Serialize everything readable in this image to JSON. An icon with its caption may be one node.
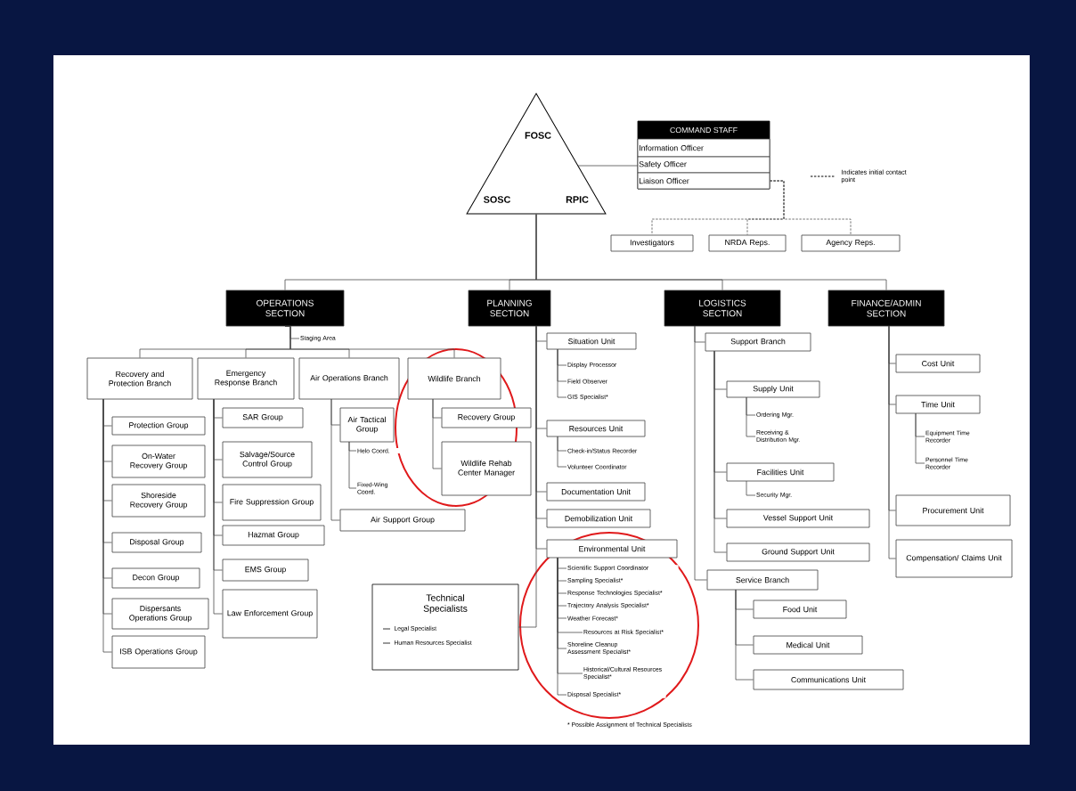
{
  "diagram": {
    "nodes": [
      {
        "text": [
          "FOSC",
          "SOSC",
          "RPIC"
        ]
      },
      {
        "text": [
          "COMMAND STAFF"
        ]
      },
      {
        "text": [
          "Information Officer"
        ],
        "in": 1
      },
      {
        "text": [
          "Safety Officer"
        ],
        "in": 1
      },
      {
        "text": [
          "Liaison Officer"
        ],
        "in": 1
      },
      {
        "text": [
          "Investigators"
        ]
      },
      {
        "text": [
          "NRDA Reps."
        ]
      },
      {
        "text": [
          "Agency Reps."
        ]
      },
      {
        "text": [
          "OPERATIONS SECTION"
        ]
      },
      {
        "text": [
          "PLANNING SECTION"
        ]
      },
      {
        "text": [
          "LOGISTICS SECTION"
        ]
      },
      {
        "text": [
          "FINANCE/ADMIN SECTION"
        ]
      },
      {
        "text": [
          "Staging Area"
        ]
      },
      {
        "text": [
          "Recovery and Protection Branch"
        ]
      },
      {
        "text": [
          "Emergency Response Branch"
        ]
      },
      {
        "text": [
          "Air Operations Branch"
        ]
      },
      {
        "text": [
          "Wildlife Branch"
        ]
      },
      {
        "text": [
          "Protection Group"
        ]
      },
      {
        "text": [
          "On-Water Recovery Group"
        ]
      },
      {
        "text": [
          "Shoreside Recovery Group"
        ]
      },
      {
        "text": [
          "Disposal Group"
        ]
      },
      {
        "text": [
          "Decon Group"
        ]
      },
      {
        "text": [
          "Dispersants Operations Group"
        ]
      },
      {
        "text": [
          "ISB Operations Group"
        ]
      },
      {
        "text": [
          "SAR Group"
        ]
      },
      {
        "text": [
          "Salvage/Source Control Group"
        ]
      },
      {
        "text": [
          "Fire Suppression Group"
        ]
      },
      {
        "text": [
          "Hazmat Group"
        ]
      },
      {
        "text": [
          "EMS Group"
        ]
      },
      {
        "text": [
          "Law Enforcement Group"
        ]
      },
      {
        "text": [
          "Air Tactical Group"
        ]
      },
      {
        "text": [
          "Helo Coord."
        ]
      },
      {
        "text": [
          "Fixed-Wing Coord."
        ]
      },
      {
        "text": [
          "Air Support Group"
        ]
      },
      {
        "text": [
          "Recovery Group"
        ]
      },
      {
        "text": [
          "Wildlife Rehab Center Manager"
        ]
      },
      {
        "text": [
          "Situation Unit"
        ]
      },
      {
        "text": [
          "Display Processor"
        ]
      },
      {
        "text": [
          "Field Observer"
        ]
      },
      {
        "text": [
          "GIS Specialist*"
        ]
      },
      {
        "text": [
          "Resources Unit"
        ]
      },
      {
        "text": [
          "Check-in/Status Recorder"
        ]
      },
      {
        "text": [
          "Volunteer Coordinator"
        ]
      },
      {
        "text": [
          "Documentation Unit"
        ]
      },
      {
        "text": [
          "Demobilization Unit"
        ]
      },
      {
        "text": [
          "Environmental Unit"
        ]
      },
      {
        "text": [
          "Scientific Support Coordinator"
        ]
      },
      {
        "text": [
          "Sampling Specialist*"
        ]
      },
      {
        "text": [
          "Response Technologies Specialist*"
        ]
      },
      {
        "text": [
          "Trajectory Analysis Specialist*"
        ]
      },
      {
        "text": [
          "Weather Forecast*"
        ]
      },
      {
        "text": [
          "Resources at Risk Specialist*"
        ]
      },
      {
        "text": [
          "Shoreline Cleanup Assessment Specialist*"
        ]
      },
      {
        "text": [
          "Historical/Cultural Resources Specialist*"
        ]
      },
      {
        "text": [
          "Disposal Specialist*"
        ]
      },
      {
        "text": [
          "Technical Specialists",
          "Legal Specialist",
          "Human Resources Specialist"
        ]
      },
      {
        "text": [
          "Support Branch"
        ]
      },
      {
        "text": [
          "Supply Unit"
        ]
      },
      {
        "text": [
          "Ordering Mgr."
        ]
      },
      {
        "text": [
          "Receiving & Distribution Mgr."
        ]
      },
      {
        "text": [
          "Facilities Unit"
        ]
      },
      {
        "text": [
          "Security Mgr."
        ]
      },
      {
        "text": [
          "Vessel Support Unit"
        ]
      },
      {
        "text": [
          "Ground Support Unit"
        ]
      },
      {
        "text": [
          "Service Branch"
        ]
      },
      {
        "text": [
          "Food Unit"
        ]
      },
      {
        "text": [
          "Medical Unit"
        ]
      },
      {
        "text": [
          "Communications Unit"
        ]
      },
      {
        "text": [
          "Cost Unit"
        ]
      },
      {
        "text": [
          "Time Unit"
        ]
      },
      {
        "text": [
          "Equipment Time Recorder"
        ]
      },
      {
        "text": [
          "Personnel Time Recorder"
        ]
      },
      {
        "text": [
          "Procurement Unit"
        ]
      },
      {
        "text": [
          "Compensation/ Claims Unit"
        ]
      }
    ],
    "edges": [
      {
        "from": 0,
        "to": 1,
        "arrow": "none"
      },
      {
        "from": 4,
        "to": 5,
        "arrow": "none",
        "style": "dashed"
      },
      {
        "from": 4,
        "to": 6,
        "arrow": "none",
        "style": "dashed"
      },
      {
        "from": 4,
        "to": 7,
        "arrow": "none",
        "style": "dashed"
      },
      {
        "from": 0,
        "to": 8,
        "arrow": "none"
      },
      {
        "from": 0,
        "to": 9,
        "arrow": "none"
      },
      {
        "from": 0,
        "to": 10,
        "arrow": "none"
      },
      {
        "from": 0,
        "to": 11,
        "arrow": "none"
      },
      {
        "from": 8,
        "to": 12,
        "arrow": "none"
      },
      {
        "from": 8,
        "to": 13,
        "arrow": "none"
      },
      {
        "from": 8,
        "to": 14,
        "arrow": "none"
      },
      {
        "from": 8,
        "to": 15,
        "arrow": "none"
      },
      {
        "from": 8,
        "to": 16,
        "arrow": "none"
      },
      {
        "from": 13,
        "to": 17,
        "arrow": "none"
      },
      {
        "from": 13,
        "to": 18,
        "arrow": "none"
      },
      {
        "from": 13,
        "to": 19,
        "arrow": "none"
      },
      {
        "from": 13,
        "to": 20,
        "arrow": "none"
      },
      {
        "from": 13,
        "to": 21,
        "arrow": "none"
      },
      {
        "from": 13,
        "to": 22,
        "arrow": "none"
      },
      {
        "from": 13,
        "to": 23,
        "arrow": "none"
      },
      {
        "from": 14,
        "to": 24,
        "arrow": "none"
      },
      {
        "from": 14,
        "to": 25,
        "arrow": "none"
      },
      {
        "from": 14,
        "to": 26,
        "arrow": "none"
      },
      {
        "from": 14,
        "to": 27,
        "arrow": "none"
      },
      {
        "from": 14,
        "to": 28,
        "arrow": "none"
      },
      {
        "from": 14,
        "to": 29,
        "arrow": "none"
      },
      {
        "from": 15,
        "to": 30,
        "arrow": "none"
      },
      {
        "from": 30,
        "to": 31,
        "arrow": "none"
      },
      {
        "from": 30,
        "to": 32,
        "arrow": "none"
      },
      {
        "from": 15,
        "to": 33,
        "arrow": "none"
      },
      {
        "from": 16,
        "to": 34,
        "arrow": "none"
      },
      {
        "from": 16,
        "to": 35,
        "arrow": "none"
      },
      {
        "from": 9,
        "to": 36,
        "arrow": "none"
      },
      {
        "from": 36,
        "to": 37,
        "arrow": "none"
      },
      {
        "from": 36,
        "to": 38,
        "arrow": "none"
      },
      {
        "from": 36,
        "to": 39,
        "arrow": "none"
      },
      {
        "from": 9,
        "to": 40,
        "arrow": "none"
      },
      {
        "from": 40,
        "to": 41,
        "arrow": "none"
      },
      {
        "from": 40,
        "to": 42,
        "arrow": "none"
      },
      {
        "from": 9,
        "to": 43,
        "arrow": "none"
      },
      {
        "from": 9,
        "to": 44,
        "arrow": "none"
      },
      {
        "from": 9,
        "to": 45,
        "arrow": "none"
      },
      {
        "from": 45,
        "to": 46,
        "arrow": "none"
      },
      {
        "from": 45,
        "to": 47,
        "arrow": "none"
      },
      {
        "from": 45,
        "to": 48,
        "arrow": "none"
      },
      {
        "from": 45,
        "to": 49,
        "arrow": "none"
      },
      {
        "from": 45,
        "to": 50,
        "arrow": "none"
      },
      {
        "from": 45,
        "to": 51,
        "arrow": "none"
      },
      {
        "from": 45,
        "to": 52,
        "arrow": "none"
      },
      {
        "from": 45,
        "to": 53,
        "arrow": "none"
      },
      {
        "from": 45,
        "to": 54,
        "arrow": "none"
      },
      {
        "from": 9,
        "to": 55,
        "arrow": "none"
      },
      {
        "from": 10,
        "to": 56,
        "arrow": "none"
      },
      {
        "from": 56,
        "to": 57,
        "arrow": "none"
      },
      {
        "from": 57,
        "to": 58,
        "arrow": "none"
      },
      {
        "from": 57,
        "to": 59,
        "arrow": "none"
      },
      {
        "from": 56,
        "to": 60,
        "arrow": "none"
      },
      {
        "from": 60,
        "to": 61,
        "arrow": "none"
      },
      {
        "from": 56,
        "to": 62,
        "arrow": "none"
      },
      {
        "from": 56,
        "to": 63,
        "arrow": "none"
      },
      {
        "from": 10,
        "to": 64,
        "arrow": "none"
      },
      {
        "from": 64,
        "to": 65,
        "arrow": "none"
      },
      {
        "from": 64,
        "to": 66,
        "arrow": "none"
      },
      {
        "from": 64,
        "to": 67,
        "arrow": "none"
      },
      {
        "from": 11,
        "to": 68,
        "arrow": "none"
      },
      {
        "from": 11,
        "to": 69,
        "arrow": "none"
      },
      {
        "from": 69,
        "to": 70,
        "arrow": "none"
      },
      {
        "from": 69,
        "to": 71,
        "arrow": "none"
      },
      {
        "from": 11,
        "to": 72,
        "arrow": "none"
      },
      {
        "from": 11,
        "to": 73,
        "arrow": "none"
      }
    ],
    "labels": [
      "* Possible Assignment of Technical Specialists"
    ],
    "legend": [
      {
        "text": "Indicates initial contact point"
      }
    ]
  }
}
